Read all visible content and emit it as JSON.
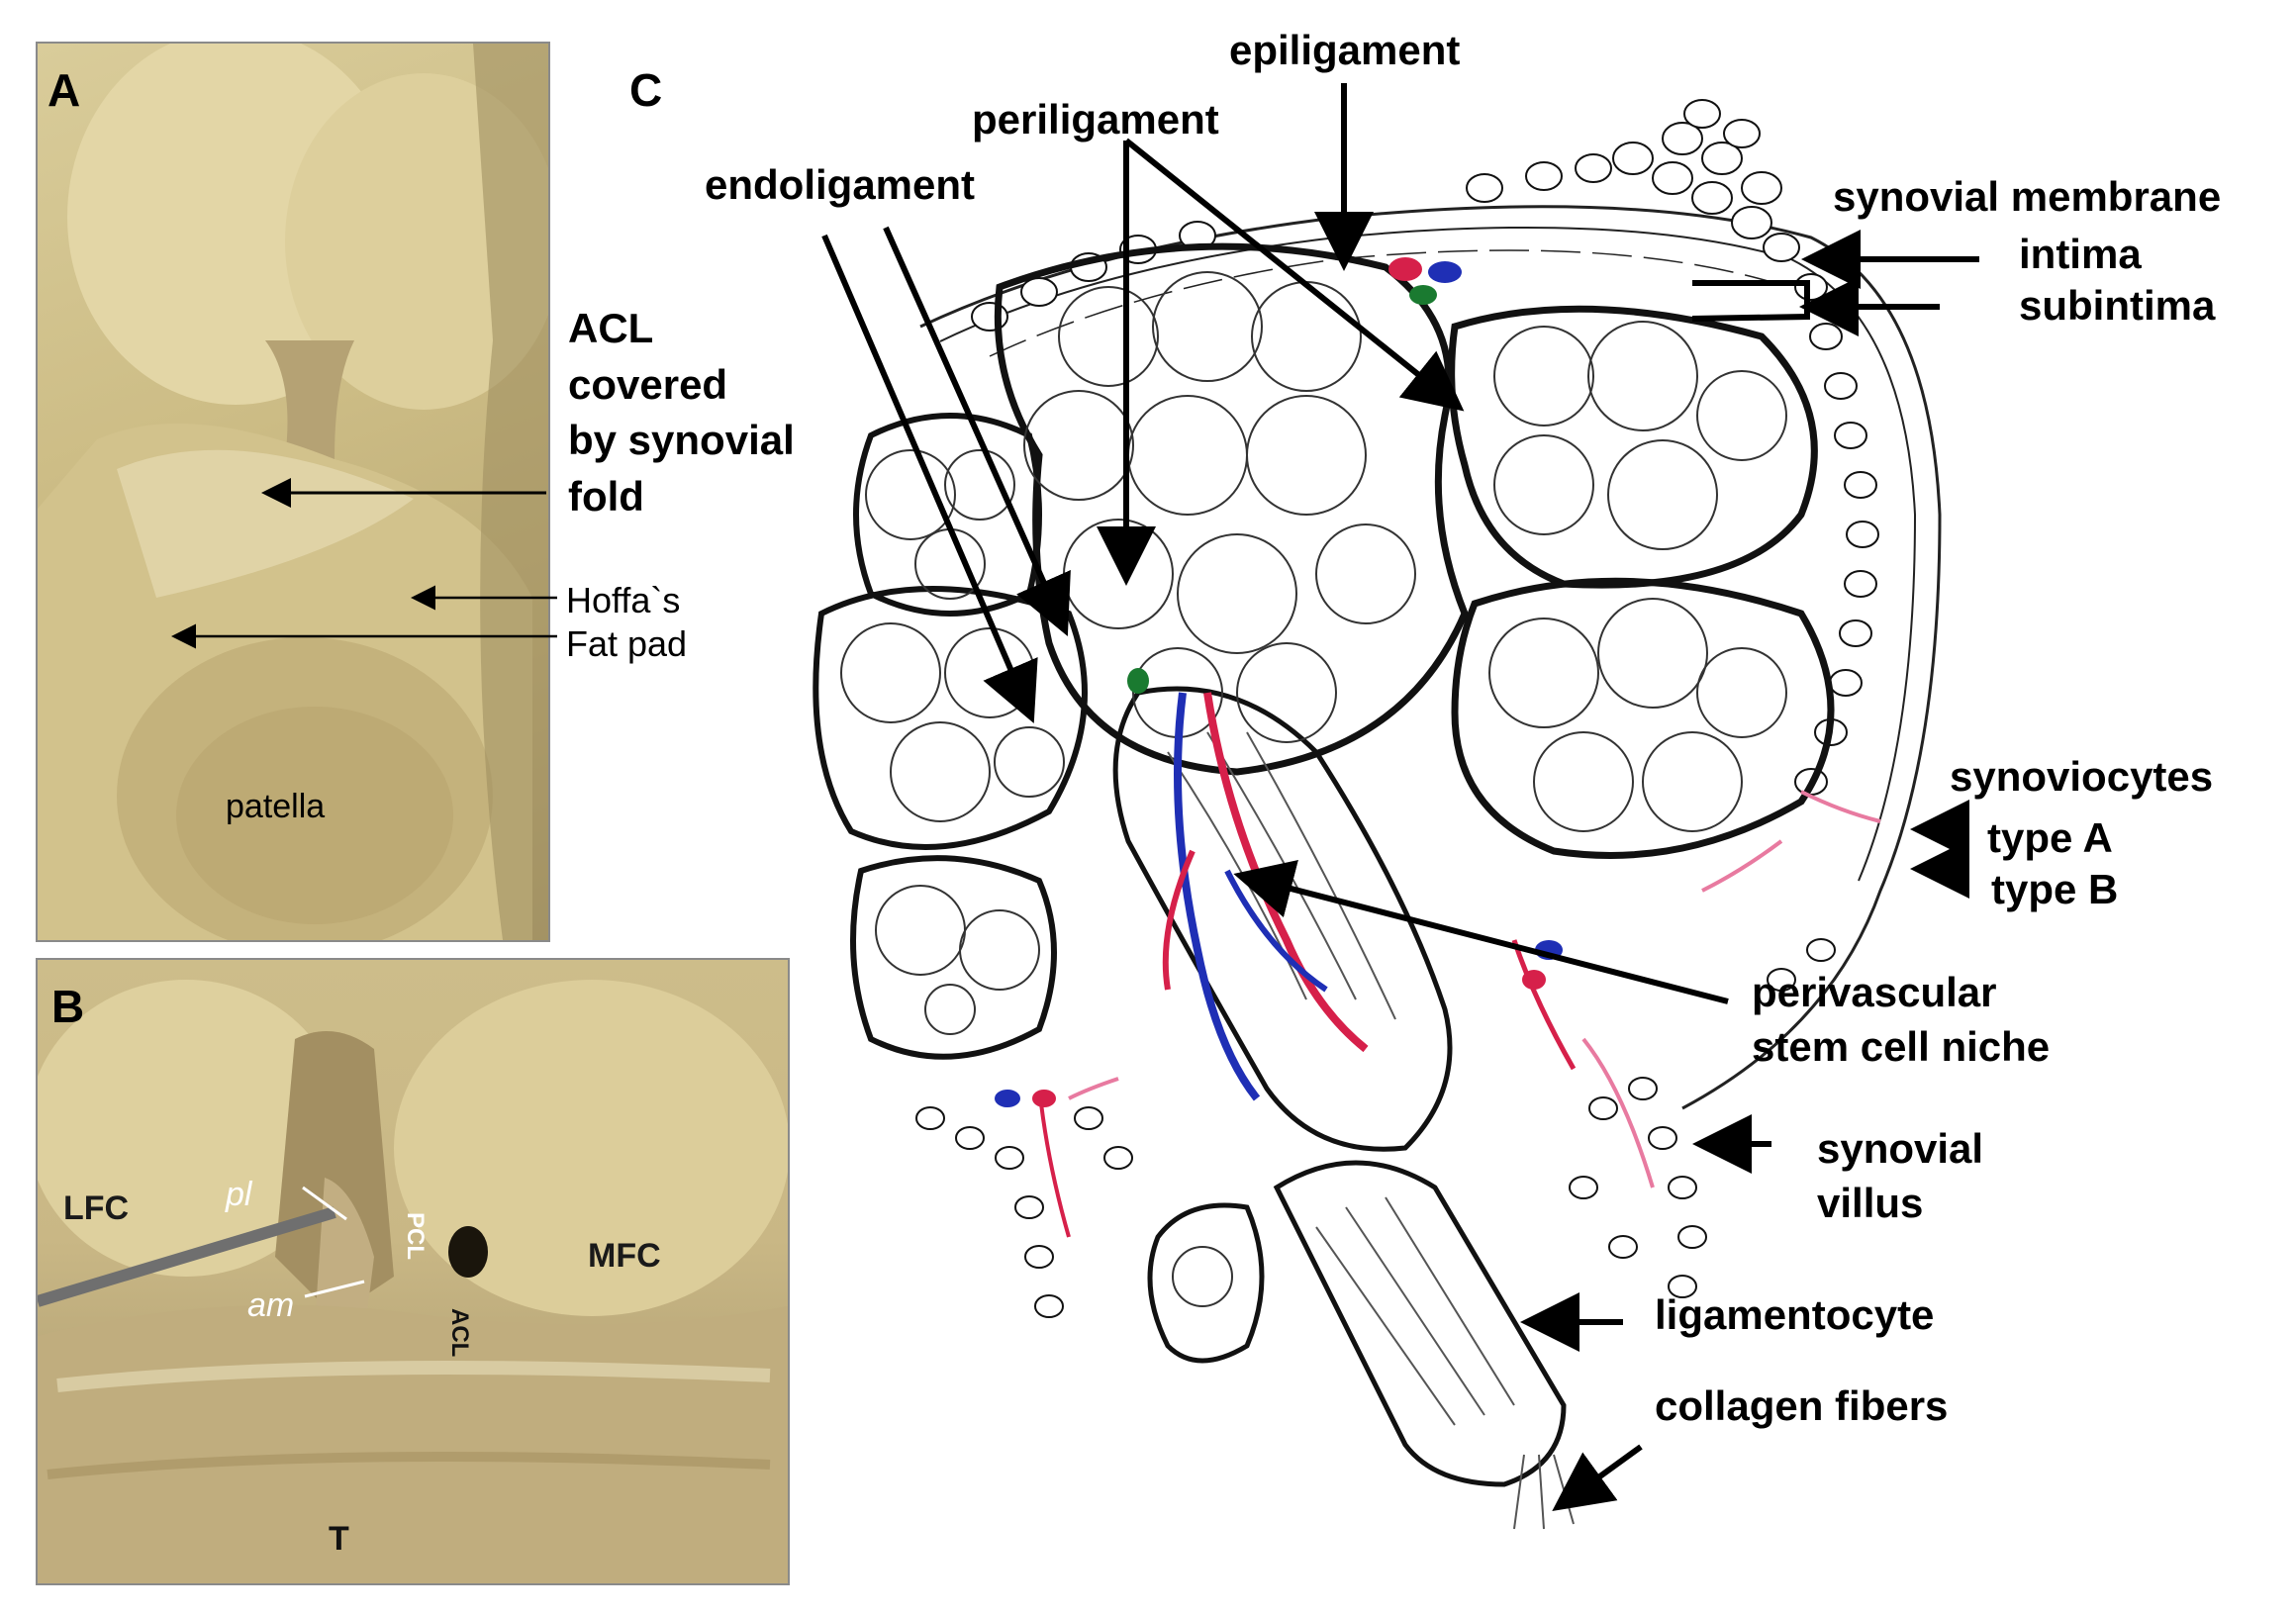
{
  "panel_a": {
    "label": "A",
    "acl_label": [
      "ACL",
      "covered",
      "by synovial",
      "fold"
    ],
    "hoffa_label": [
      "Hoffa`s",
      "Fat pad"
    ],
    "patella_label": "patella"
  },
  "panel_b": {
    "label": "B",
    "lfc": "LFC",
    "mfc": "MFC",
    "pl": "pl",
    "am": "am",
    "pcl": "PCL",
    "acl": "ACL",
    "t": "T"
  },
  "panel_c": {
    "label": "C",
    "epiligament": "epiligament",
    "periligament": "periligament",
    "endoligament": "endoligament",
    "synovial_membrane": "synovial  membrane",
    "intima": "intima",
    "subintima": "subintima",
    "synoviocytes": "synoviocytes",
    "type_a": "type A",
    "type_b": "type B",
    "perivascular_line1": "perivascular",
    "perivascular_line2": "stem cell niche",
    "synovial_villus_line1": "synovial",
    "synovial_villus_line2": "villus",
    "ligamentocyte": "ligamentocyte",
    "collagen_fibers": "collagen fibers"
  },
  "colors": {
    "artery": "#d6204a",
    "vein": "#1f2fb5",
    "lymph": "#1a7a30",
    "capillary": "#e87aa0"
  }
}
